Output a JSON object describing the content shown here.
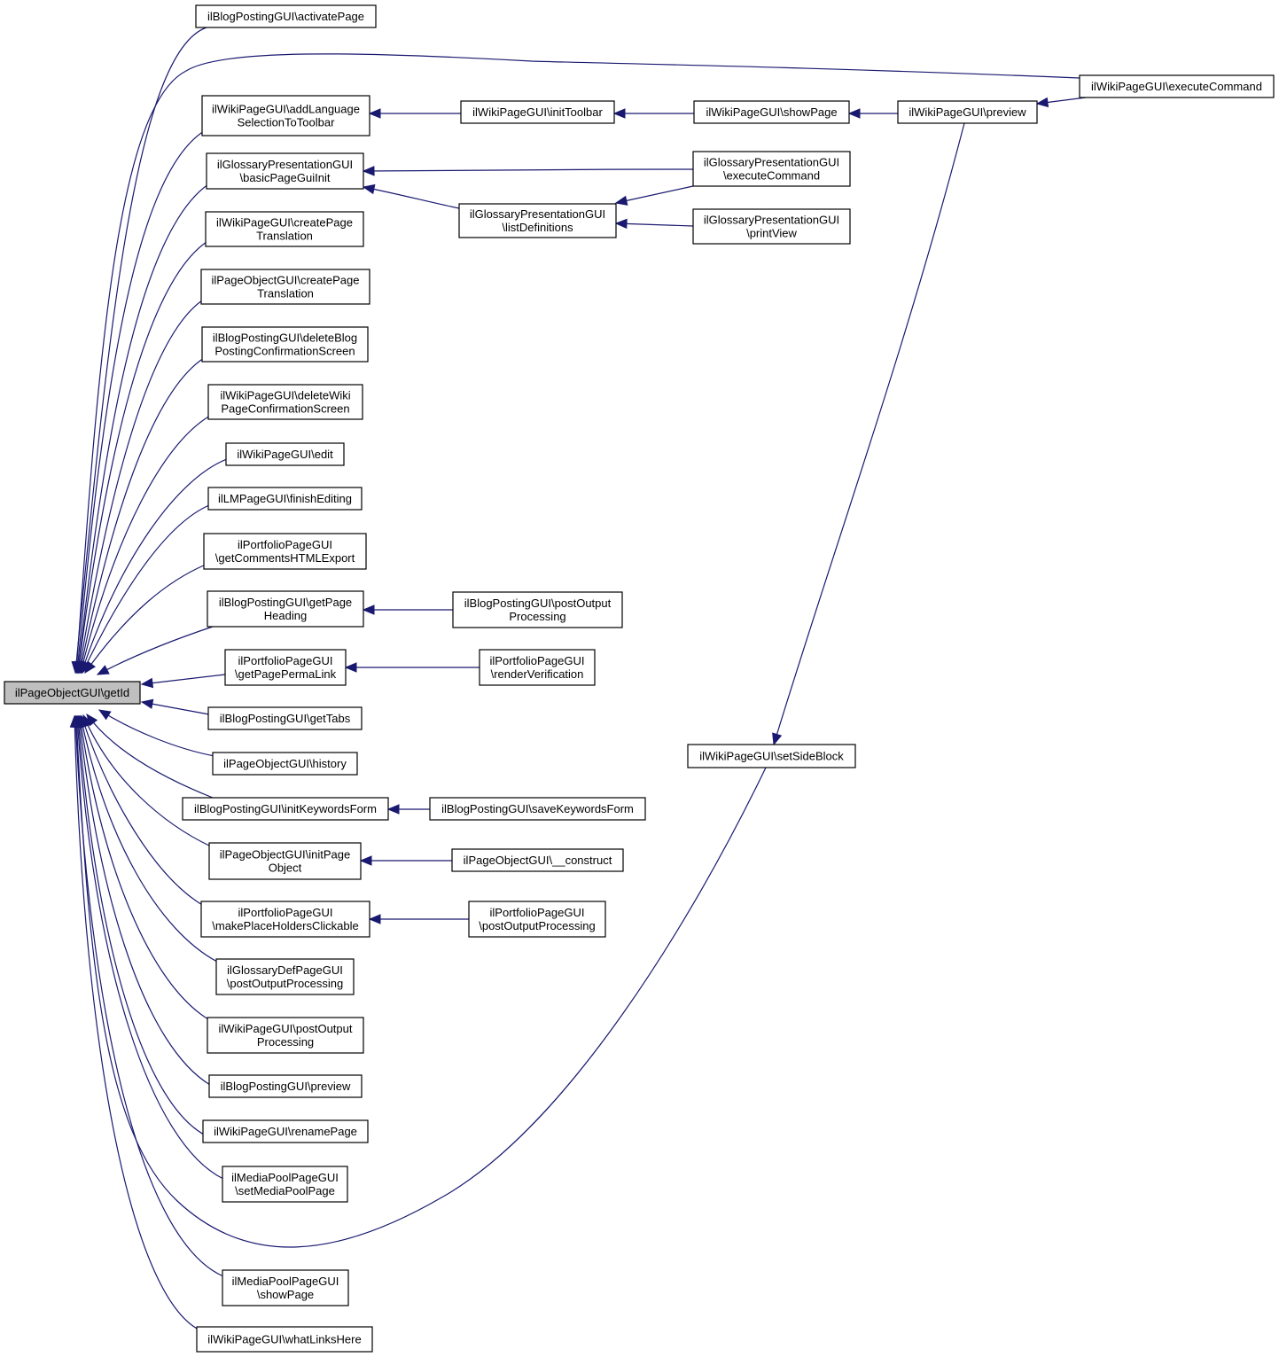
{
  "diagram": {
    "focus": "getid",
    "nodes": [
      {
        "id": "getid",
        "lines": [
          "ilPageObjectGUI\\getId"
        ]
      },
      {
        "id": "blog-activate",
        "lines": [
          "ilBlogPostingGUI\\activatePage"
        ]
      },
      {
        "id": "wiki-exec",
        "lines": [
          "ilWikiPageGUI\\executeCommand"
        ]
      },
      {
        "id": "wiki-addlang",
        "lines": [
          "ilWikiPageGUI\\addLanguage",
          "SelectionToToolbar"
        ]
      },
      {
        "id": "wiki-inittb",
        "lines": [
          "ilWikiPageGUI\\initToolbar"
        ]
      },
      {
        "id": "wiki-showpage",
        "lines": [
          "ilWikiPageGUI\\showPage"
        ]
      },
      {
        "id": "wiki-preview",
        "lines": [
          "ilWikiPageGUI\\preview"
        ]
      },
      {
        "id": "glo-basicinit",
        "lines": [
          "ilGlossaryPresentationGUI",
          "\\basicPageGuiInit"
        ]
      },
      {
        "id": "glo-exec",
        "lines": [
          "ilGlossaryPresentationGUI",
          "\\executeCommand"
        ]
      },
      {
        "id": "glo-listdefs",
        "lines": [
          "ilGlossaryPresentationGUI",
          "\\listDefinitions"
        ]
      },
      {
        "id": "glo-print",
        "lines": [
          "ilGlossaryPresentationGUI",
          "\\printView"
        ]
      },
      {
        "id": "wiki-createtr",
        "lines": [
          "ilWikiPageGUI\\createPage",
          "Translation"
        ]
      },
      {
        "id": "po-createtr",
        "lines": [
          "ilPageObjectGUI\\createPage",
          "Translation"
        ]
      },
      {
        "id": "blog-delconf",
        "lines": [
          "ilBlogPostingGUI\\deleteBlog",
          "PostingConfirmationScreen"
        ]
      },
      {
        "id": "wiki-delconf",
        "lines": [
          "ilWikiPageGUI\\deleteWiki",
          "PageConfirmationScreen"
        ]
      },
      {
        "id": "wiki-edit",
        "lines": [
          "ilWikiPageGUI\\edit"
        ]
      },
      {
        "id": "lm-finish",
        "lines": [
          "ilLMPageGUI\\finishEditing"
        ]
      },
      {
        "id": "port-comments",
        "lines": [
          "ilPortfolioPageGUI",
          "\\getCommentsHTMLExport"
        ]
      },
      {
        "id": "blog-heading",
        "lines": [
          "ilBlogPostingGUI\\getPage",
          "Heading"
        ]
      },
      {
        "id": "blog-postout",
        "lines": [
          "ilBlogPostingGUI\\postOutput",
          "Processing"
        ]
      },
      {
        "id": "port-permalink",
        "lines": [
          "ilPortfolioPageGUI",
          "\\getPagePermaLink"
        ]
      },
      {
        "id": "port-renderver",
        "lines": [
          "ilPortfolioPageGUI",
          "\\renderVerification"
        ]
      },
      {
        "id": "blog-tabs",
        "lines": [
          "ilBlogPostingGUI\\getTabs"
        ]
      },
      {
        "id": "po-history",
        "lines": [
          "ilPageObjectGUI\\history"
        ]
      },
      {
        "id": "wiki-sideblock",
        "lines": [
          "ilWikiPageGUI\\setSideBlock"
        ]
      },
      {
        "id": "blog-initkw",
        "lines": [
          "ilBlogPostingGUI\\initKeywordsForm"
        ]
      },
      {
        "id": "blog-savekw",
        "lines": [
          "ilBlogPostingGUI\\saveKeywordsForm"
        ]
      },
      {
        "id": "po-initpo",
        "lines": [
          "ilPageObjectGUI\\initPage",
          "Object"
        ]
      },
      {
        "id": "po-construct",
        "lines": [
          "ilPageObjectGUI\\__construct"
        ]
      },
      {
        "id": "port-makeph",
        "lines": [
          "ilPortfolioPageGUI",
          "\\makePlaceHoldersClickable"
        ]
      },
      {
        "id": "port-postout",
        "lines": [
          "ilPortfolioPageGUI",
          "\\postOutputProcessing"
        ]
      },
      {
        "id": "glodef-postout",
        "lines": [
          "ilGlossaryDefPageGUI",
          "\\postOutputProcessing"
        ]
      },
      {
        "id": "wiki-postout",
        "lines": [
          "ilWikiPageGUI\\postOutput",
          "Processing"
        ]
      },
      {
        "id": "blog-preview",
        "lines": [
          "ilBlogPostingGUI\\preview"
        ]
      },
      {
        "id": "wiki-rename",
        "lines": [
          "ilWikiPageGUI\\renamePage"
        ]
      },
      {
        "id": "mp-setpage",
        "lines": [
          "ilMediaPoolPageGUI",
          "\\setMediaPoolPage"
        ]
      },
      {
        "id": "mp-showpage",
        "lines": [
          "ilMediaPoolPageGUI",
          "\\showPage"
        ]
      },
      {
        "id": "wiki-whatlinks",
        "lines": [
          "ilWikiPageGUI\\whatLinksHere"
        ]
      }
    ]
  }
}
